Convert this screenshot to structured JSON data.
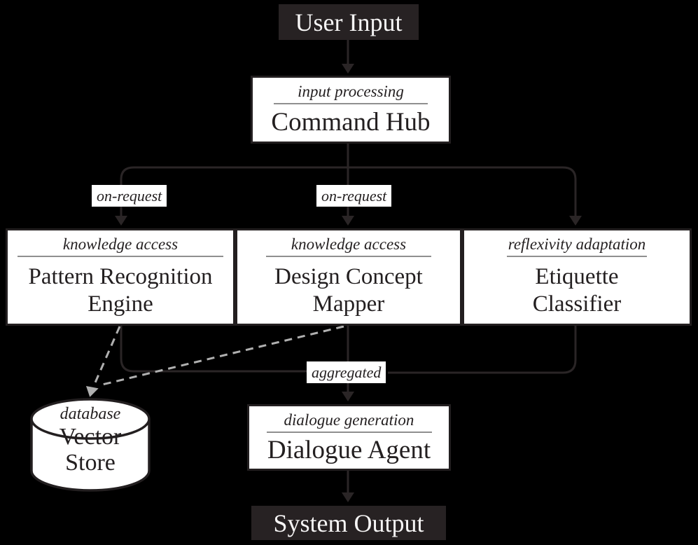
{
  "title": "System architecture flow diagram",
  "colors": {
    "background": "#000000",
    "line": "#2a2526",
    "dash": "#b0b0b0",
    "node_fill": "#ffffff",
    "node_border": "#231f20",
    "terminal_fill": "#272223",
    "terminal_text": "#f6f5f5",
    "text": "#231f20",
    "rule": "#8f8f8f",
    "chip_bg": "#ffffff"
  },
  "nodes": {
    "user_input": {
      "label": "User Input",
      "type": "terminal"
    },
    "command_hub": {
      "stereotype": "input processing",
      "label": "Command Hub"
    },
    "pattern_engine": {
      "stereotype": "knowledge access",
      "label": "Pattern Recognition Engine",
      "label_lines": [
        "Pattern Recognition",
        "Engine"
      ]
    },
    "concept_mapper": {
      "stereotype": "knowledge access",
      "label": "Design Concept Mapper",
      "label_lines": [
        "Design Concept",
        "Mapper"
      ]
    },
    "etiquette_classifier": {
      "stereotype": "reflexivity adaptation",
      "label": "Etiquette Classifier",
      "label_lines": [
        "Etiquette",
        "Classifier"
      ]
    },
    "vector_store": {
      "stereotype": "database",
      "label": "Vector Store",
      "label_lines": [
        "Vector",
        "Store"
      ],
      "shape": "cylinder"
    },
    "dialogue_agent": {
      "stereotype": "dialogue generation",
      "label": "Dialogue Agent"
    },
    "system_output": {
      "label": "System Output",
      "type": "terminal"
    }
  },
  "edge_labels": {
    "on_request_left": "on-request",
    "on_request_center": "on-request",
    "aggregated": "aggregated"
  },
  "edges": [
    {
      "from": "user_input",
      "to": "command_hub",
      "style": "solid"
    },
    {
      "from": "command_hub",
      "to": "pattern_engine",
      "style": "solid",
      "label": "on-request"
    },
    {
      "from": "command_hub",
      "to": "concept_mapper",
      "style": "solid",
      "label": "on-request"
    },
    {
      "from": "command_hub",
      "to": "etiquette_classifier",
      "style": "solid"
    },
    {
      "from": "pattern_engine",
      "to": "vector_store",
      "style": "dashed"
    },
    {
      "from": "concept_mapper",
      "to": "vector_store",
      "style": "dashed"
    },
    {
      "from": "pattern_engine",
      "to": "dialogue_agent",
      "style": "solid",
      "label": "aggregated"
    },
    {
      "from": "etiquette_classifier",
      "to": "dialogue_agent",
      "style": "solid",
      "label": "aggregated"
    },
    {
      "from": "concept_mapper",
      "to": "dialogue_agent",
      "style": "solid",
      "label": "aggregated"
    },
    {
      "from": "dialogue_agent",
      "to": "system_output",
      "style": "solid"
    }
  ]
}
